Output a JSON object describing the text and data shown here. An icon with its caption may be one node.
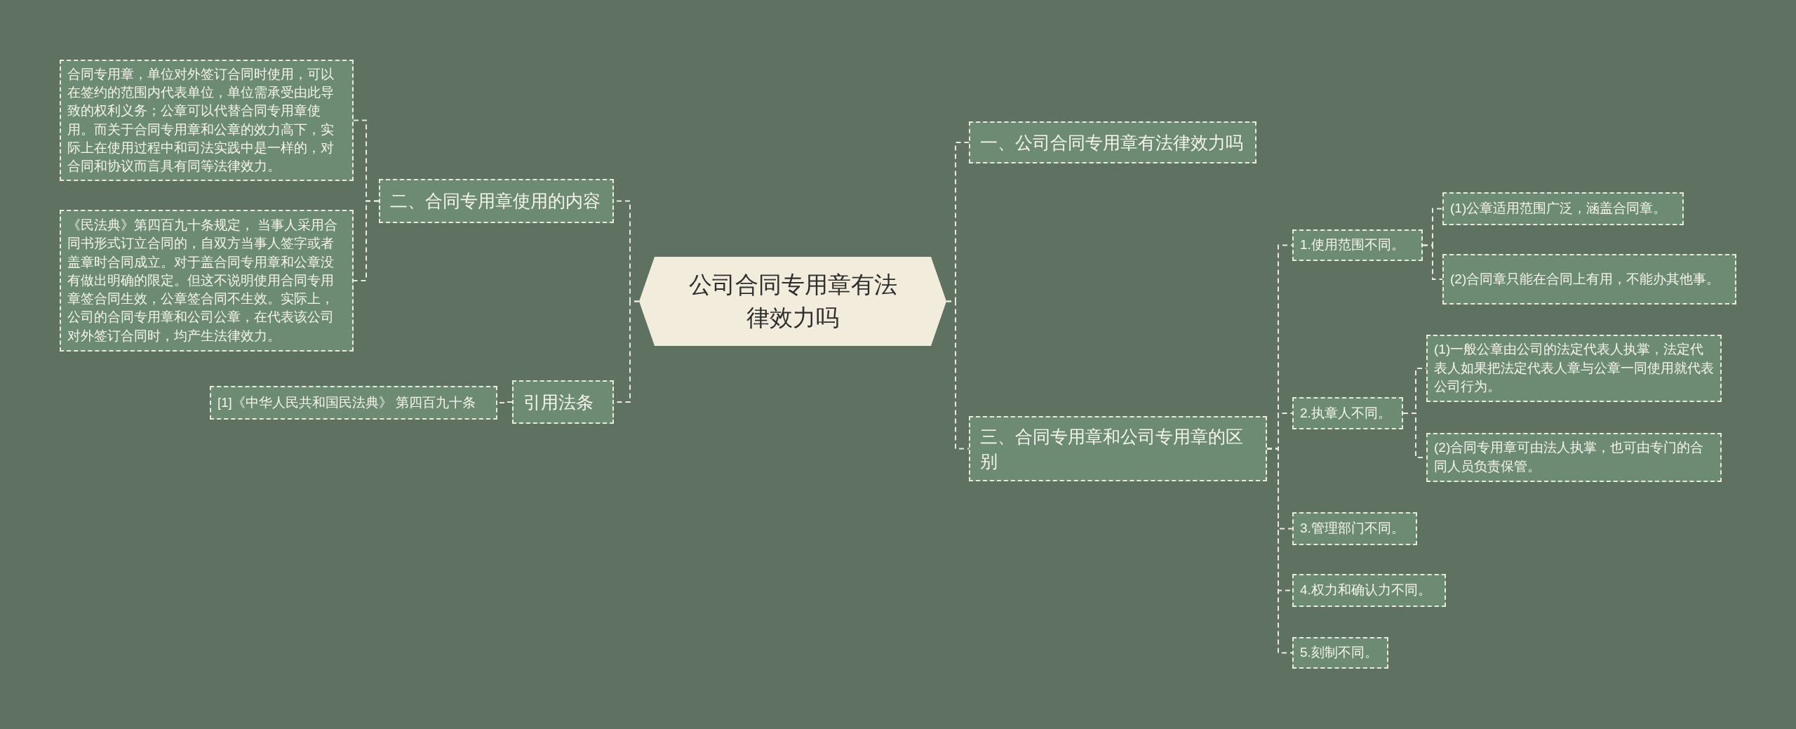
{
  "diagram": {
    "nodes": [
      {
        "text": [
          "公司合同专用章有法律效力吗"
        ]
      },
      {
        "text": [
          "二、合同专用章使用的内容"
        ]
      },
      {
        "text": [
          "合同专用章，单位对外签订合同时使用，可以在签约的范围内代表单位，单位需承受由此导致的权利义务；公章可以代替合同专用章使用。而关于合同专用章和公章的效力高下，实际上在使用过程中和司法实践中是一样的，对合同和协议而言具有同等法律效力。"
        ]
      },
      {
        "text": [
          "《民法典》第四百九十条规定， 当事人采用合同书形式订立合同的，自双方当事人签字或者盖章时合同成立。对于盖合同专用章和公章没有做出明确的限定。但这不说明使用合同专用章签合同生效，公章签合同不生效。实际上，公司的合同专用章和公司公章，在代表该公司对外签订合同时，均产生法律效力。"
        ]
      },
      {
        "text": [
          "引用法条"
        ]
      },
      {
        "text": [
          "[1]《中华人民共和国民法典》 第四百九十条"
        ]
      },
      {
        "text": [
          "一、公司合同专用章有法律效力吗"
        ]
      },
      {
        "text": [
          "三、合同专用章和公司专用章的区别"
        ]
      },
      {
        "text": [
          "1.使用范围不同。"
        ]
      },
      {
        "text": [
          "(1)公章适用范围广泛，涵盖合同章。"
        ]
      },
      {
        "text": [
          "(2)合同章只能在合同上有用，不能办其他事。"
        ]
      },
      {
        "text": [
          "2.执章人不同。"
        ]
      },
      {
        "text": [
          "(1)一般公章由公司的法定代表人执掌，法定代表人如果把法定代表人章与公章一同使用就代表公司行为。"
        ]
      },
      {
        "text": [
          "(2)合同专用章可由法人执掌，也可由专门的合同人员负责保管。"
        ]
      },
      {
        "text": [
          "3.管理部门不同。"
        ]
      },
      {
        "text": [
          "4.权力和确认力不同。"
        ]
      },
      {
        "text": [
          "5.刻制不同。"
        ]
      }
    ],
    "edges": [
      {
        "from": 0,
        "to": 1,
        "arrow": "none",
        "style": "dashed"
      },
      {
        "from": 0,
        "to": 4,
        "arrow": "none",
        "style": "dashed"
      },
      {
        "from": 1,
        "to": 2,
        "arrow": "none",
        "style": "dashed"
      },
      {
        "from": 1,
        "to": 3,
        "arrow": "none",
        "style": "dashed"
      },
      {
        "from": 4,
        "to": 5,
        "arrow": "none",
        "style": "dashed"
      },
      {
        "from": 0,
        "to": 6,
        "arrow": "none",
        "style": "dashed"
      },
      {
        "from": 0,
        "to": 7,
        "arrow": "none",
        "style": "dashed"
      },
      {
        "from": 7,
        "to": 8,
        "arrow": "none",
        "style": "dashed"
      },
      {
        "from": 8,
        "to": 9,
        "arrow": "none",
        "style": "dashed"
      },
      {
        "from": 8,
        "to": 10,
        "arrow": "none",
        "style": "dashed"
      },
      {
        "from": 7,
        "to": 11,
        "arrow": "none",
        "style": "dashed"
      },
      {
        "from": 11,
        "to": 12,
        "arrow": "none",
        "style": "dashed"
      },
      {
        "from": 11,
        "to": 13,
        "arrow": "none",
        "style": "dashed"
      },
      {
        "from": 7,
        "to": 14,
        "arrow": "none",
        "style": "dashed"
      },
      {
        "from": 7,
        "to": 15,
        "arrow": "none",
        "style": "dashed"
      },
      {
        "from": 7,
        "to": 16,
        "arrow": "none",
        "style": "dashed"
      }
    ]
  }
}
